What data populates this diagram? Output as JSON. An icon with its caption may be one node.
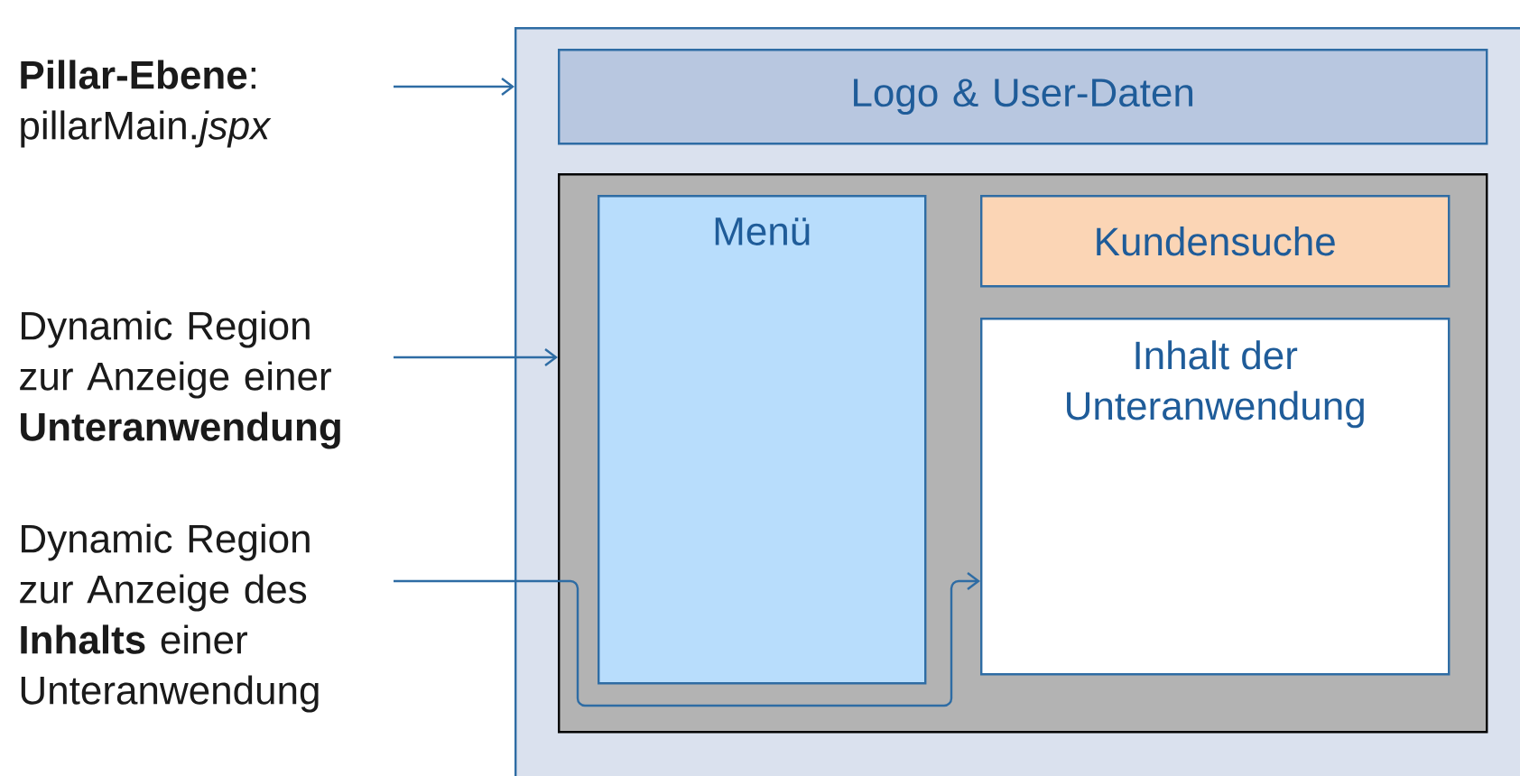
{
  "diagram": {
    "nodes": [
      {
        "text": [
          "**Pillar-Ebene**: pillarMain.*jspx*"
        ]
      },
      {
        "text": [
          "Dynamic Region zur Anzeige einer **Unteranwendung**"
        ]
      },
      {
        "text": [
          "Dynamic Region zur Anzeige des **Inhalts** einer Unteranwendung"
        ]
      },
      {
        "text": [],
        "shape": "box"
      },
      {
        "text": [
          "Logo & User-Daten"
        ],
        "in": 3
      },
      {
        "text": [],
        "shape": "box",
        "in": 3
      },
      {
        "text": [
          "Menü"
        ],
        "in": 5
      },
      {
        "text": [
          "Kundensuche"
        ],
        "in": 5
      },
      {
        "text": [
          "Inhalt der Unteranwendung"
        ],
        "in": 5
      }
    ],
    "edges": [
      {
        "from": 0,
        "to": 3,
        "arrow": "to"
      },
      {
        "from": 1,
        "to": 5,
        "arrow": "to"
      },
      {
        "from": 2,
        "to": 8,
        "arrow": "to"
      }
    ]
  }
}
